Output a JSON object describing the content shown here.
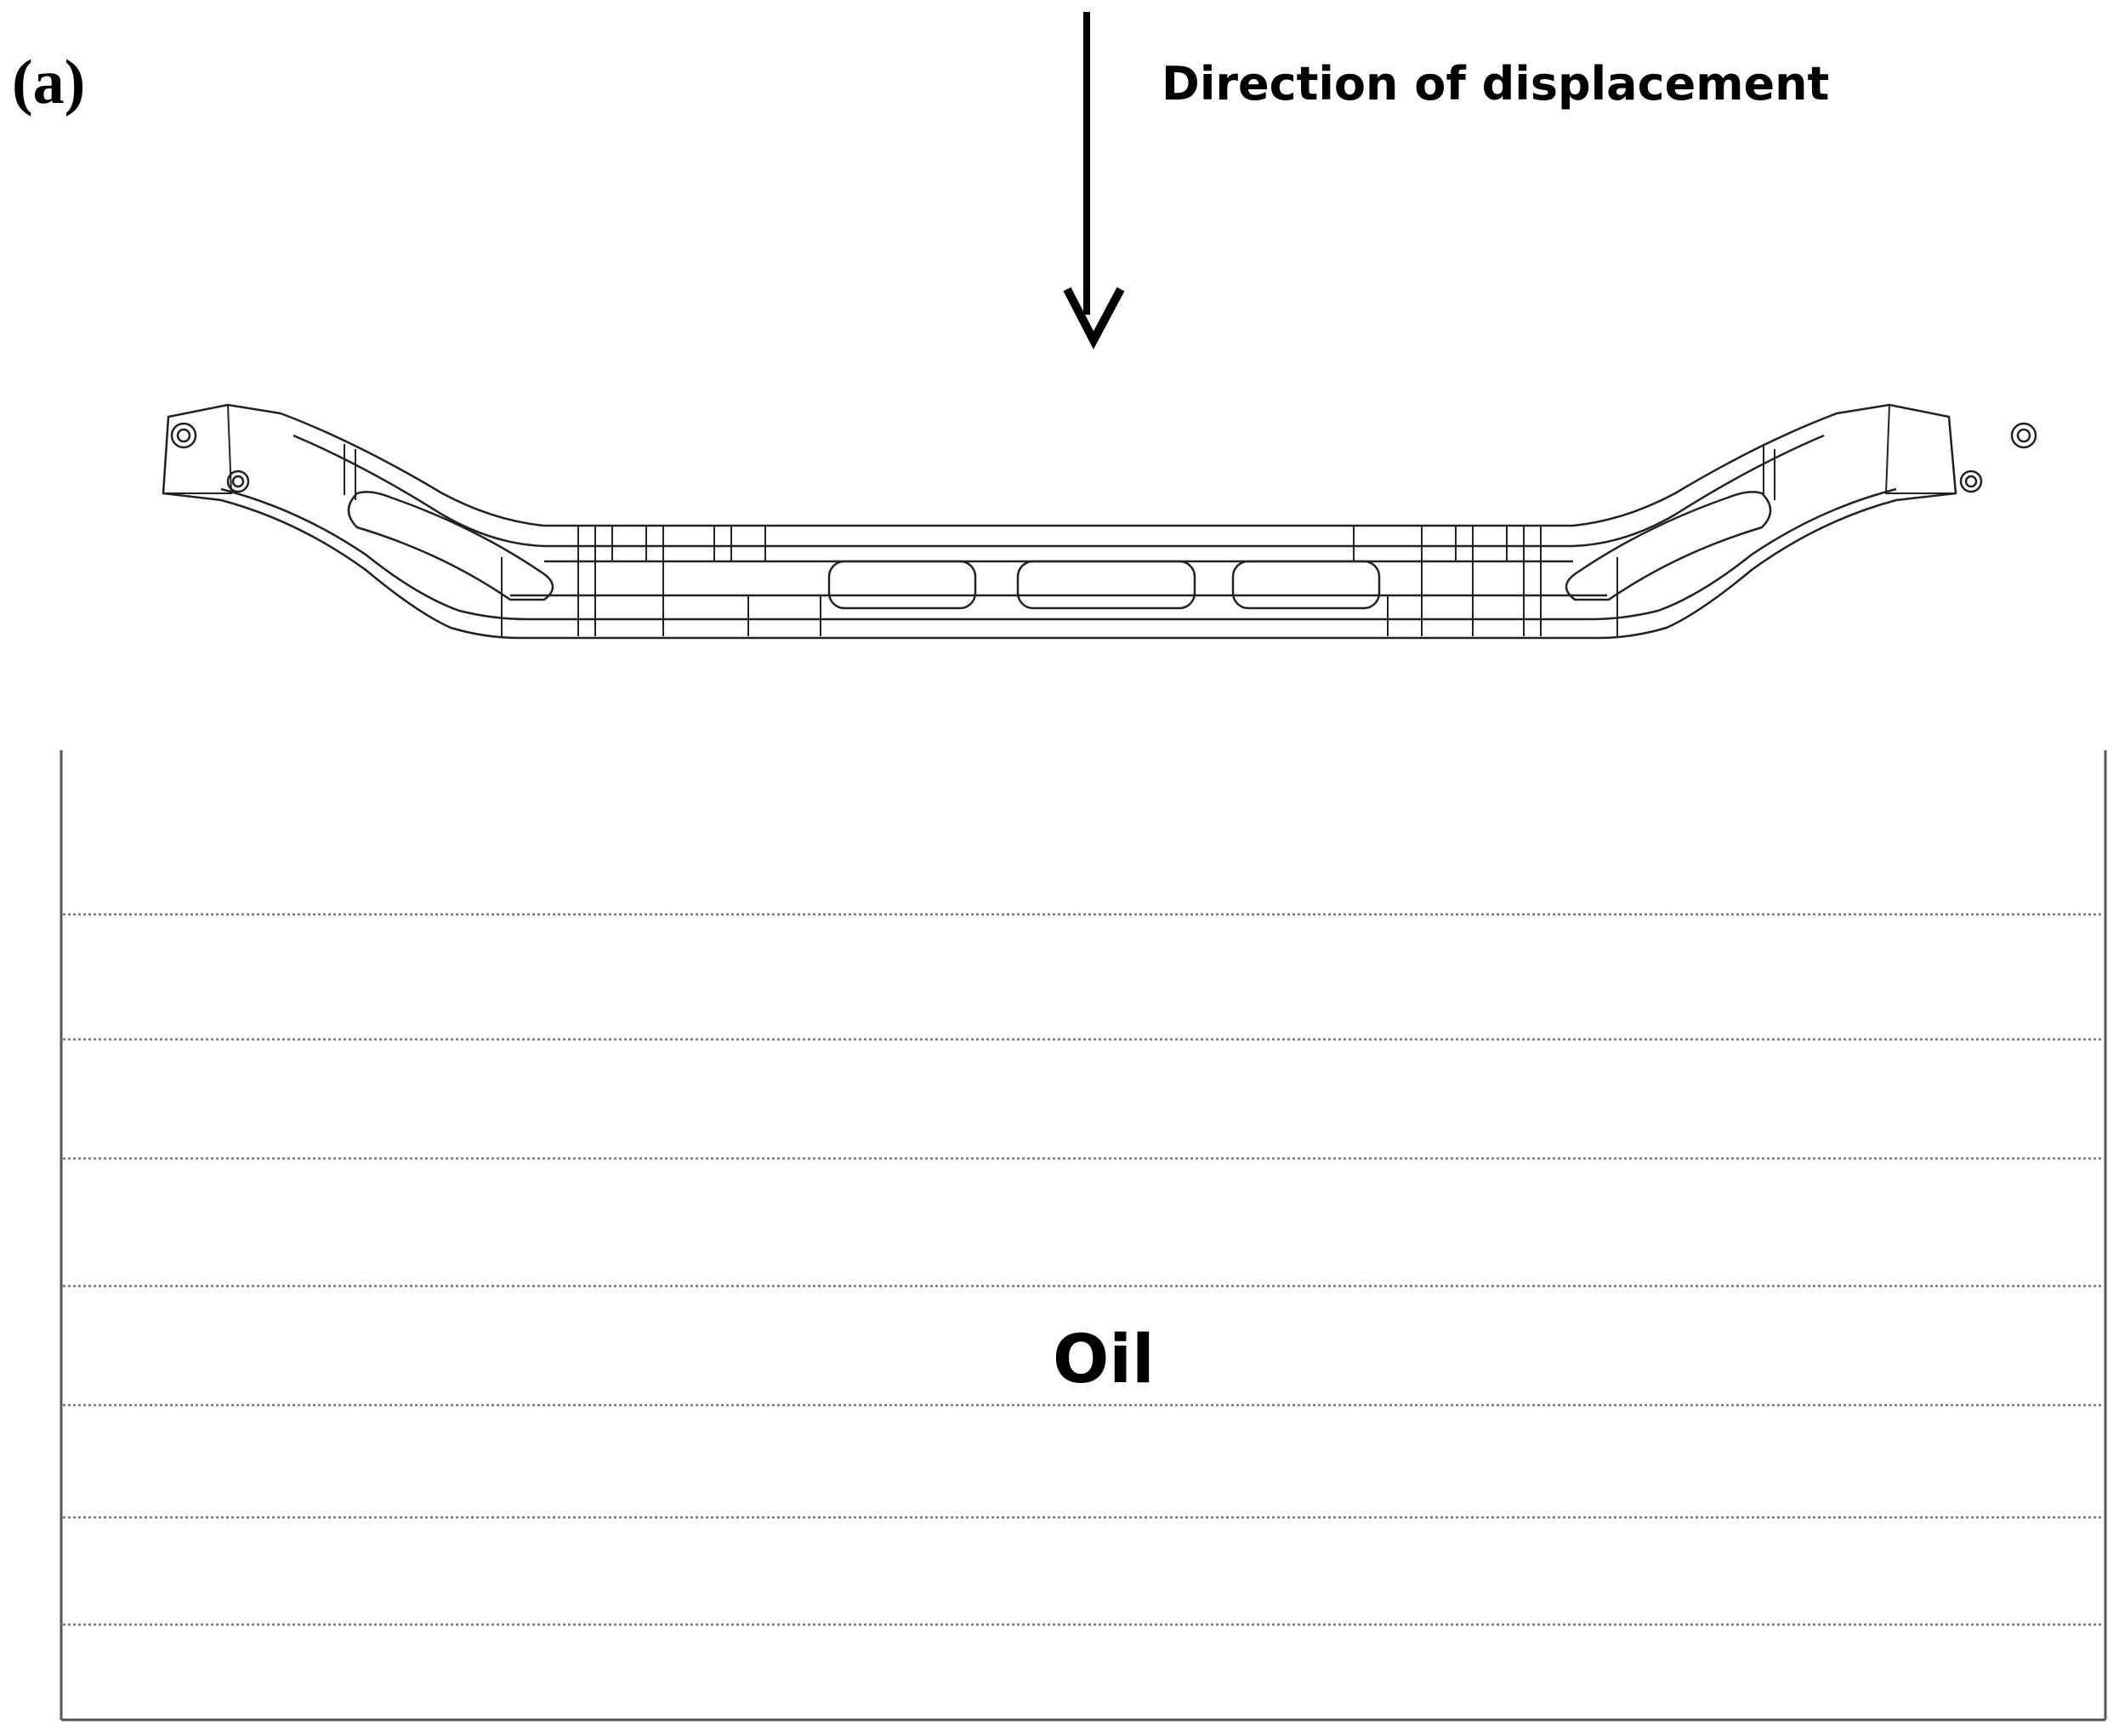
{
  "figure": {
    "panel_label": "(a)",
    "direction_label": "Direction of displacement",
    "oil_label": "Oil"
  },
  "colors": {
    "ink": "#000000",
    "outline": "#222222",
    "tank_line": "#555555",
    "oil_layers": "#777777"
  }
}
